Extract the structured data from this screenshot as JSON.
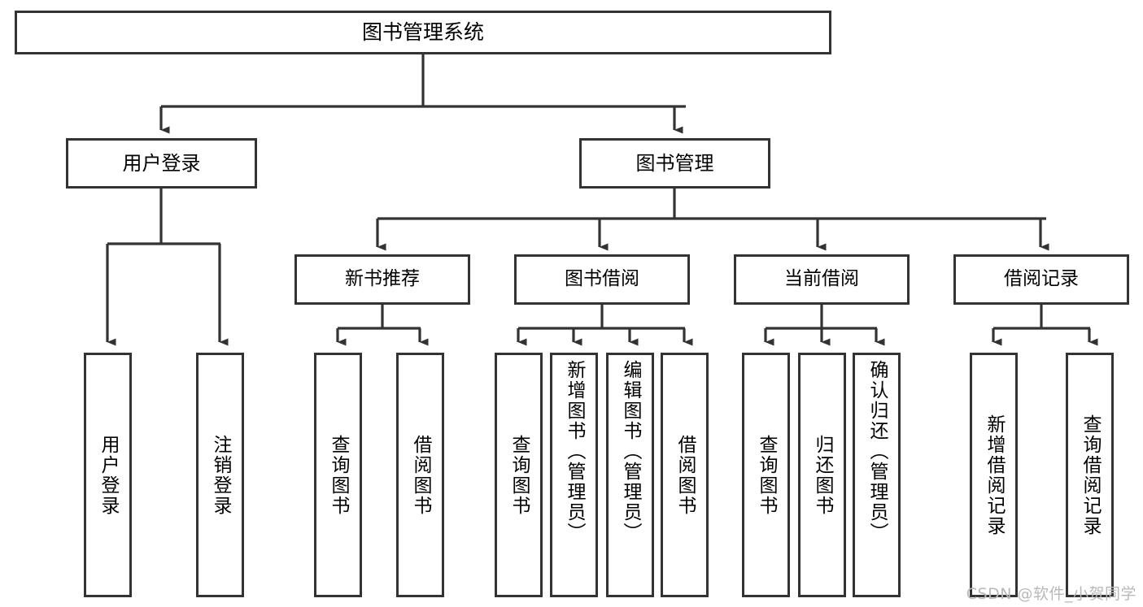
{
  "diagram": {
    "type": "tree-hierarchy",
    "orientation": "top-down",
    "watermark": "CSDN @软件_小贺同学",
    "style": {
      "box_border_color": "#333333",
      "box_fill_color": "#ffffff",
      "connector_color": "#333333",
      "background_color": "#ffffff",
      "text_color": "#000000",
      "watermark_color": "#b9b9b9"
    },
    "root": {
      "label": "图书管理系统"
    },
    "level1": [
      {
        "label": "用户登录"
      },
      {
        "label": "图书管理"
      }
    ],
    "level2": [
      {
        "label": "新书推荐"
      },
      {
        "label": "图书借阅"
      },
      {
        "label": "当前借阅"
      },
      {
        "label": "借阅记录"
      }
    ],
    "leaves": {
      "user_login": [
        {
          "label": "用户登录"
        },
        {
          "label": "注销登录"
        }
      ],
      "new_book_recommend": [
        {
          "label": "查询图书"
        },
        {
          "label": "借阅图书"
        }
      ],
      "book_borrow": [
        {
          "label": "查询图书"
        },
        {
          "label": "新增图书（管理员）"
        },
        {
          "label": "编辑图书（管理员）"
        },
        {
          "label": "借阅图书"
        }
      ],
      "current_borrow": [
        {
          "label": "查询图书"
        },
        {
          "label": "归还图书"
        },
        {
          "label": "确认归还（管理员）"
        }
      ],
      "borrow_record": [
        {
          "label": "新增借阅记录"
        },
        {
          "label": "查询借阅记录"
        }
      ]
    }
  }
}
